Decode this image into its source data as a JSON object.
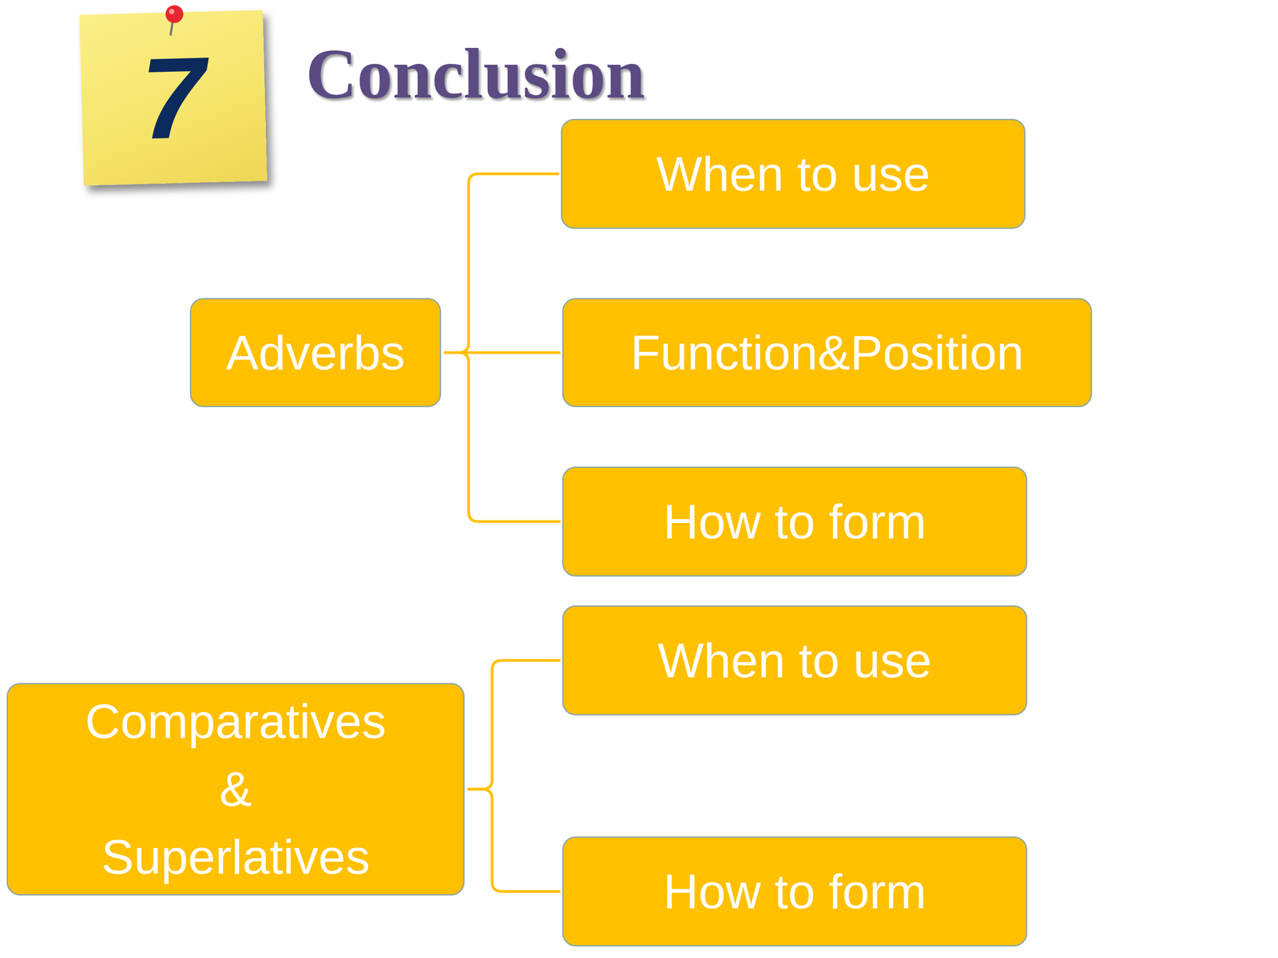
{
  "diagram": {
    "title": "Conclusion",
    "nodes": [
      {
        "text": [
          "7"
        ]
      },
      {
        "text": [
          "Adverbs"
        ]
      },
      {
        "text": [
          "When to use"
        ]
      },
      {
        "text": [
          "Function&Position"
        ]
      },
      {
        "text": [
          "How to form"
        ]
      },
      {
        "text": [
          "Comparatives & Superlatives"
        ]
      },
      {
        "text": [
          "When to use"
        ]
      },
      {
        "text": [
          "How to form"
        ]
      }
    ],
    "edges": [
      {
        "from": 1,
        "to": 2,
        "arrow": "none"
      },
      {
        "from": 1,
        "to": 3,
        "arrow": "none"
      },
      {
        "from": 1,
        "to": 4,
        "arrow": "none"
      },
      {
        "from": 5,
        "to": 6,
        "arrow": "none"
      },
      {
        "from": 5,
        "to": 7,
        "arrow": "none"
      }
    ]
  }
}
